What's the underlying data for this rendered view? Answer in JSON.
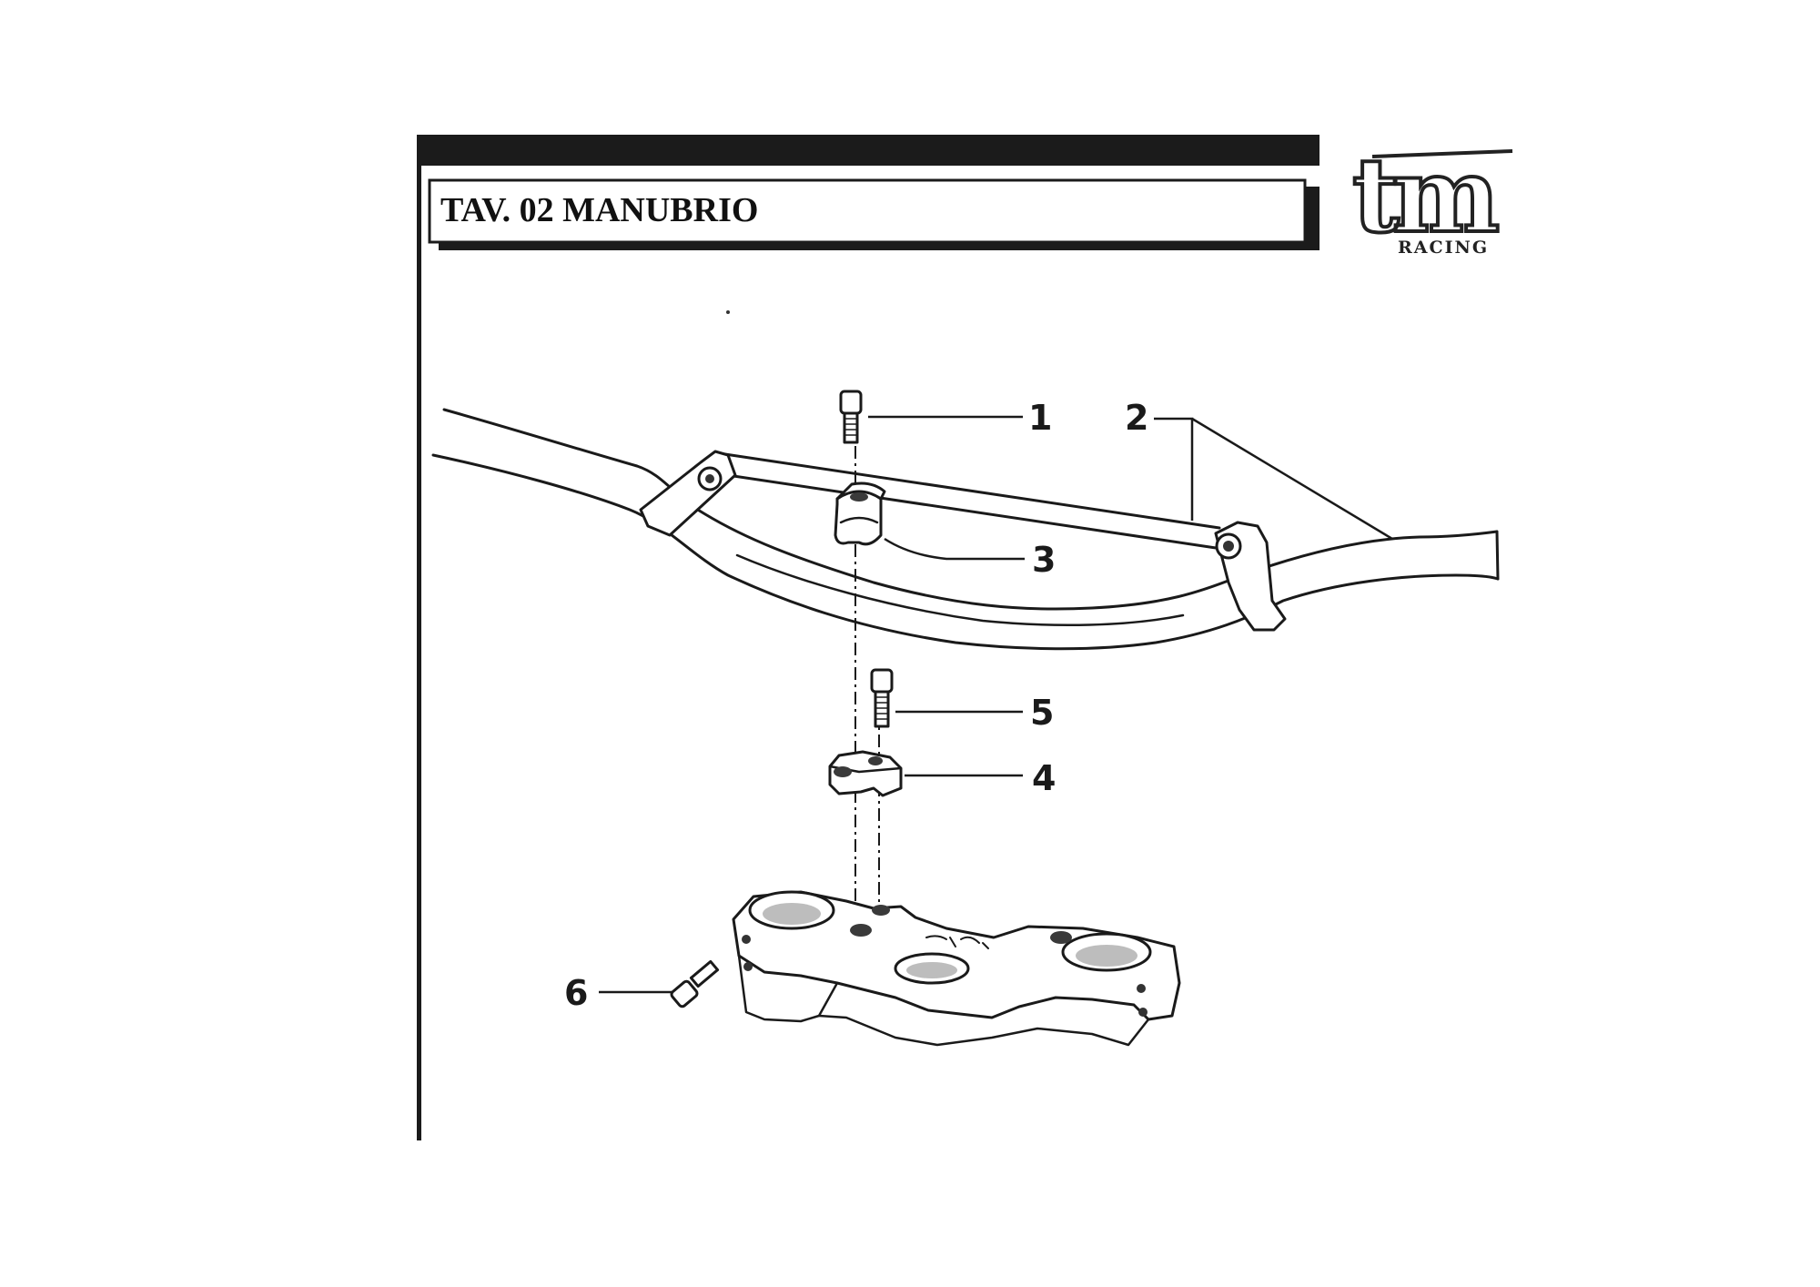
{
  "plate": {
    "title": "TAV. 02 MANUBRIO"
  },
  "logo": {
    "mark": "tm",
    "subtitle": "RACING"
  },
  "callouts": [
    {
      "id": "1",
      "label": "1"
    },
    {
      "id": "2",
      "label": "2"
    },
    {
      "id": "3",
      "label": "3"
    },
    {
      "id": "4",
      "label": "4"
    },
    {
      "id": "5",
      "label": "5"
    },
    {
      "id": "6",
      "label": "6"
    }
  ]
}
